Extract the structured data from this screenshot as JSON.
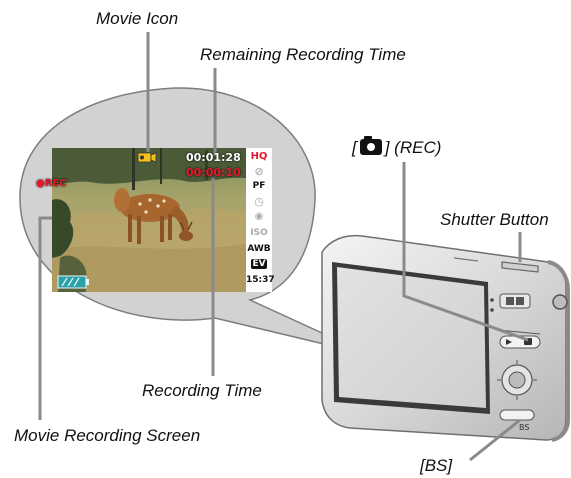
{
  "labels": {
    "movie_icon": "Movie Icon",
    "remaining_time": "Remaining Recording Time",
    "rec_prefix": "[",
    "rec_suffix": "] (REC)",
    "shutter_button": "Shutter Button",
    "recording_time": "Recording Time",
    "movie_recording_screen": "Movie Recording Screen",
    "bs": "[BS]"
  },
  "screen": {
    "remaining_time": "00:01:28",
    "recording_time": "00:00:10",
    "rec_indicator": "●REC",
    "sidebar": [
      "HQ",
      "PF",
      "ISO",
      "AWB",
      "EV",
      "15:37"
    ]
  },
  "camera_text": {
    "bs_label": "BS"
  },
  "colors": {
    "leader_line": "#8a8a8a",
    "rec_red": "#e8182c"
  }
}
